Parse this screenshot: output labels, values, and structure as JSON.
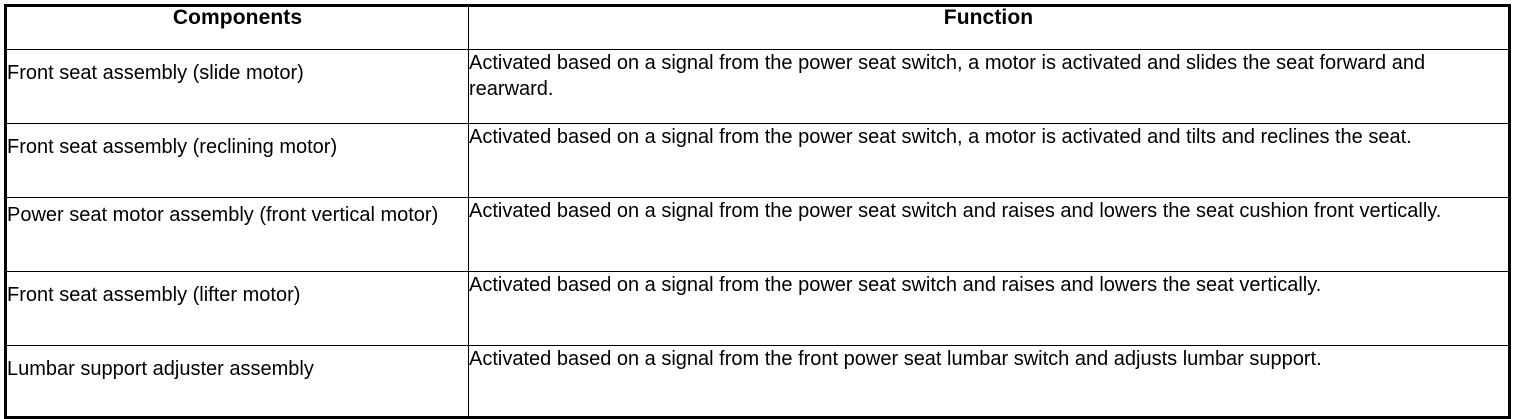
{
  "table": {
    "columns": [
      {
        "key": "components",
        "label": "Components"
      },
      {
        "key": "function",
        "label": "Function"
      }
    ],
    "rows": [
      {
        "component": "Front seat assembly (slide motor)",
        "function": "Activated based on a signal from the power seat switch, a motor is activated and slides the seat forward and rearward."
      },
      {
        "component": "Front seat assembly (reclining motor)",
        "function": "Activated based on a signal from the power seat switch, a motor is activated and tilts and reclines the seat."
      },
      {
        "component": "Power seat motor assembly (front vertical motor)",
        "function": "Activated based on a signal from the power seat switch and raises and lowers the seat cushion front vertically."
      },
      {
        "component": "Front seat assembly (lifter motor)",
        "function": "Activated based on a signal from the power seat switch and raises and lowers the seat vertically."
      },
      {
        "component": "Lumbar support adjuster assembly",
        "function": "Activated based on a signal from the front power seat lumbar switch and adjusts lumbar support."
      }
    ]
  },
  "colors": {
    "border": "#000000",
    "text": "#000000",
    "background": "#ffffff"
  }
}
